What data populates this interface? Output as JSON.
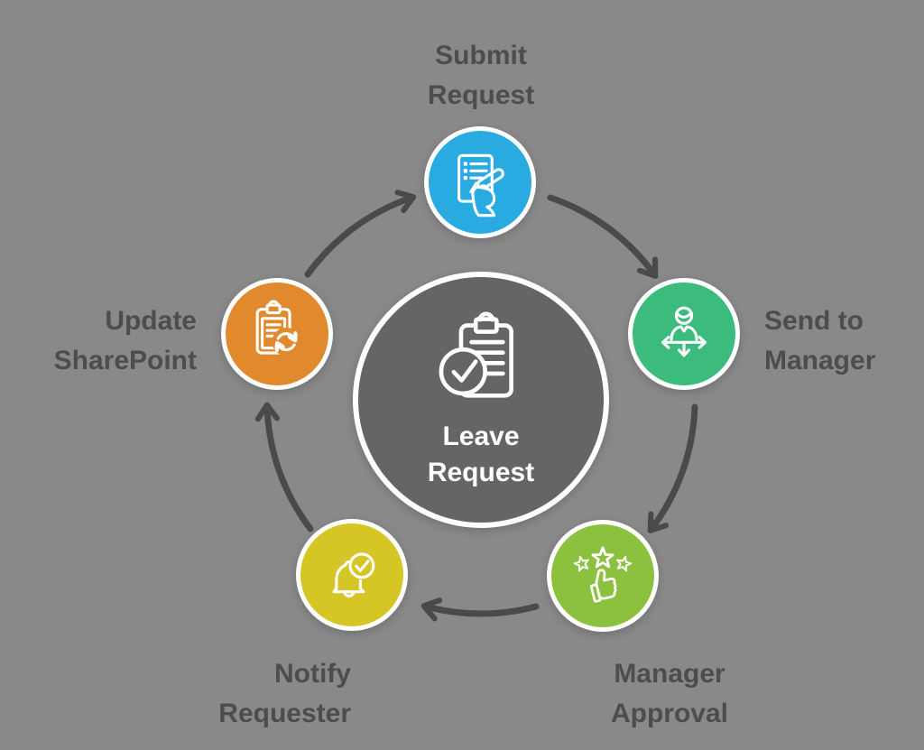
{
  "canvas_color": "#898989",
  "text_color": "#4D4D4D",
  "arrow_color": "#4A4A4A",
  "circle_border_color": "#FFFFFF",
  "flow_direction": "clockwise",
  "center": {
    "label": "Leave\nRequest",
    "color": "#656565",
    "label_color": "#FFFFFF",
    "icon": "clipboard-check-icon"
  },
  "steps": [
    {
      "id": "submit-request",
      "label": "Submit\nRequest",
      "color": "#29ABE2",
      "icon": "document-pen-icon"
    },
    {
      "id": "send-to-manager",
      "label": "Send to\nManager",
      "color": "#3CBC7C",
      "icon": "person-arrows-icon"
    },
    {
      "id": "manager-approval",
      "label": "Manager\nApproval",
      "color": "#8CC140",
      "icon": "stars-thumbs-up-icon"
    },
    {
      "id": "notify-requester",
      "label": "Notify\nRequester",
      "color": "#D5C525",
      "icon": "bell-check-icon"
    },
    {
      "id": "update-sharepoint",
      "label": "Update\nSharePoint",
      "color": "#E1892D",
      "icon": "clipboard-sync-icon"
    }
  ]
}
